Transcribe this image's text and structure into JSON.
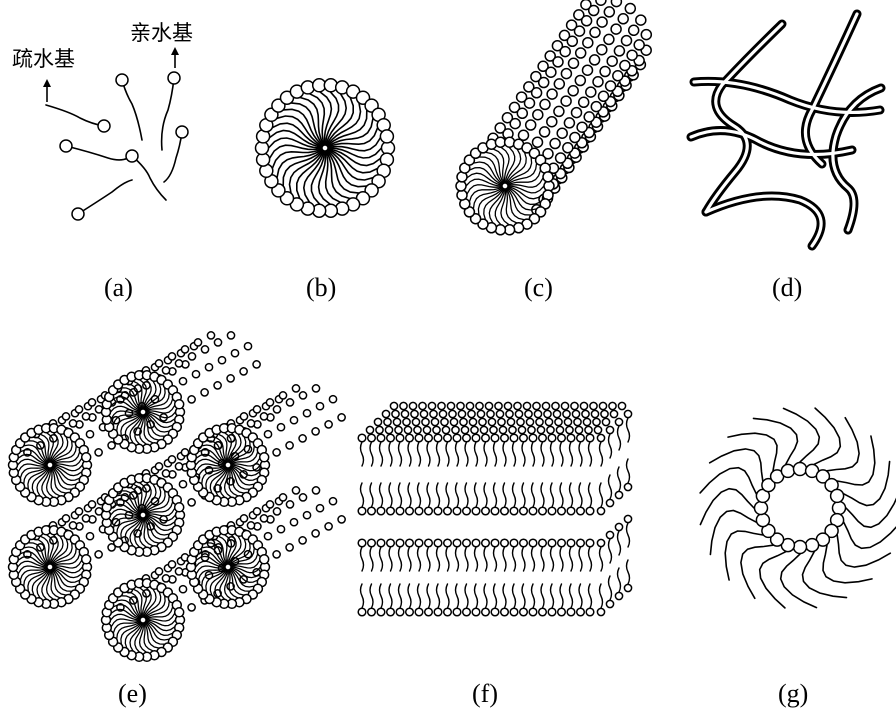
{
  "labels": {
    "hydrophobic": "疏水基",
    "hydrophilic": "亲水基"
  },
  "captions": {
    "a": "(a)",
    "b": "(b)",
    "c": "(c)",
    "d": "(d)",
    "e": "(e)",
    "f": "(f)",
    "g": "(g)"
  },
  "colors": {
    "ink": "#000000",
    "paper": "#ffffff"
  }
}
